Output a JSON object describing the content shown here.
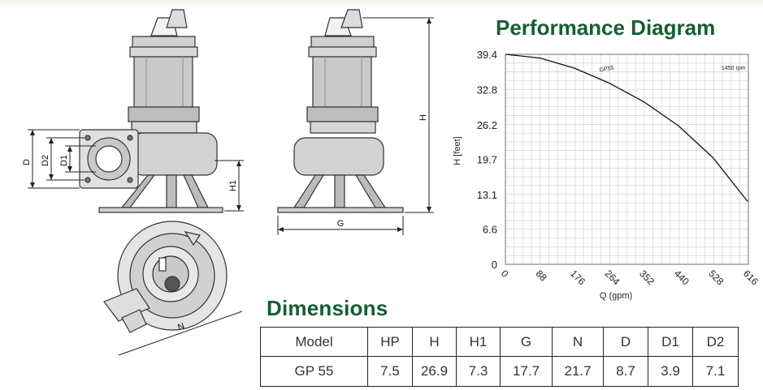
{
  "drawing_labels": {
    "d": "D",
    "d2": "D2",
    "d1": "D1",
    "h1": "H1",
    "h": "H",
    "g": "G",
    "n": "N"
  },
  "performance": {
    "title": "Performance Diagram"
  },
  "chart_data": {
    "type": "line",
    "title": "Performance Diagram",
    "xlabel": "Q (gpm)",
    "ylabel": "H [feet]",
    "xlim": [
      0,
      618
    ],
    "ylim": [
      0,
      39.4
    ],
    "x_ticks": [
      "0",
      "88",
      "176",
      "264",
      "352",
      "440",
      "528",
      "616"
    ],
    "y_ticks": [
      "39.4",
      "32.8",
      "26.2",
      "19.7",
      "13.1",
      "6.6",
      "0"
    ],
    "grid": true,
    "annotation": "1450 rpm",
    "series": [
      {
        "name": "GP55",
        "color": "#111111",
        "x": [
          0,
          88,
          176,
          264,
          352,
          440,
          528,
          616
        ],
        "y": [
          39.4,
          38.7,
          36.8,
          34.0,
          30.5,
          26.0,
          20.0,
          11.8
        ]
      }
    ]
  },
  "dimensions": {
    "title": "Dimensions",
    "headers": [
      "Model",
      "HP",
      "H",
      "H1",
      "G",
      "N",
      "D",
      "D1",
      "D2"
    ],
    "rows": [
      [
        "GP 55",
        "7.5",
        "26.9",
        "7.3",
        "17.7",
        "21.7",
        "8.7",
        "3.9",
        "7.1"
      ]
    ]
  }
}
